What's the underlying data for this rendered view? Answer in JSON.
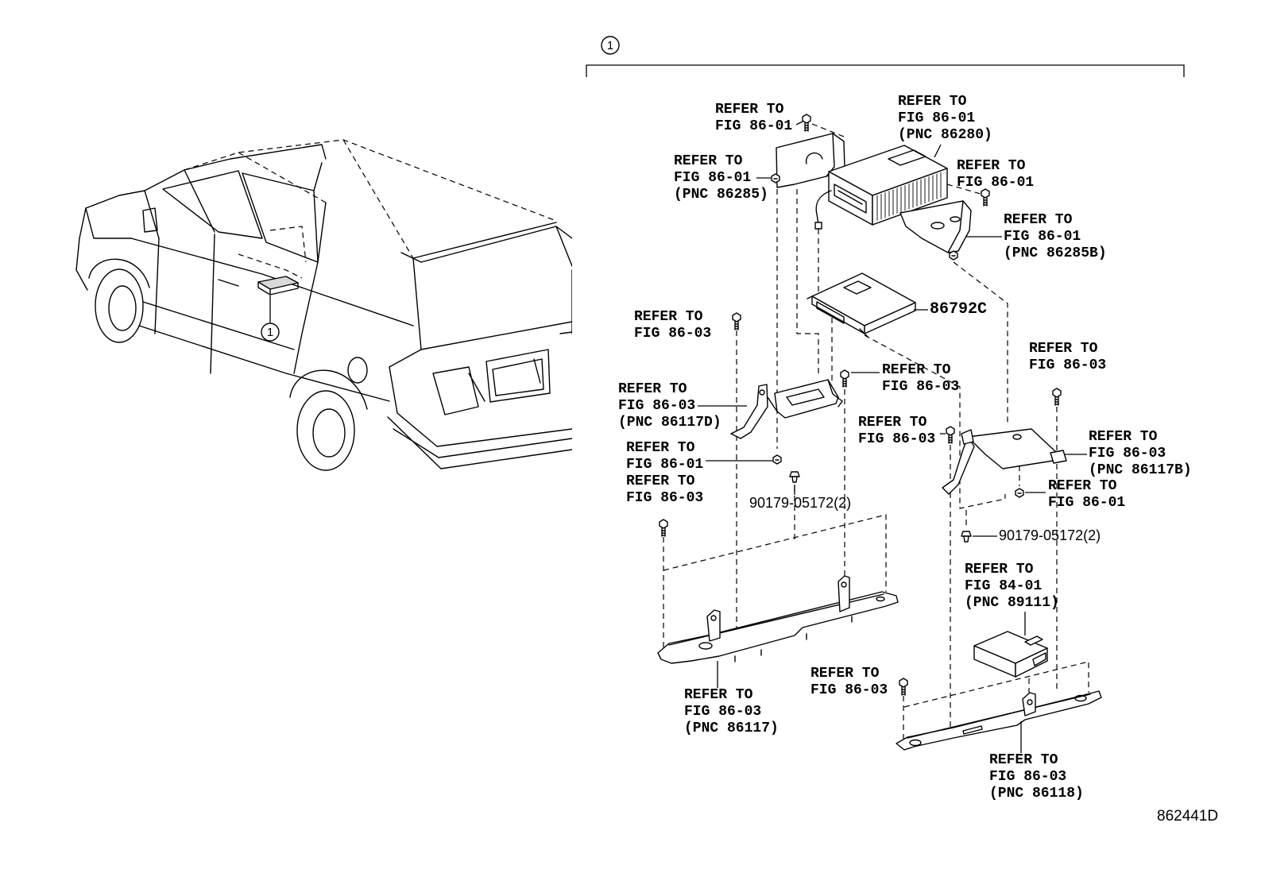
{
  "callouts": {
    "assembly": "1",
    "vehicle_location": "1"
  },
  "diagram_id": "862441D",
  "parts": {
    "ecu": "86792C",
    "clip_left": "90179-05172(2)",
    "clip_right": "90179-05172(2)"
  },
  "references": {
    "amp_bolt_top": [
      "REFER TO",
      "FIG 86-01"
    ],
    "amplifier": [
      "REFER TO",
      "FIG 86-01",
      "(PNC 86280)"
    ],
    "bracket_86285": [
      "REFER TO",
      "FIG 86-01",
      "(PNC 86285)"
    ],
    "amp_bolt_right": [
      "REFER TO",
      "FIG 86-01"
    ],
    "bracket_86285b": [
      "REFER TO",
      "FIG 86-01",
      "(PNC 86285B)"
    ],
    "bolt_left_upper": [
      "REFER TO",
      "FIG 86-03"
    ],
    "bolt_center": [
      "REFER TO",
      "FIG 86-03"
    ],
    "bolt_right_upper": [
      "REFER TO",
      "FIG 86-03"
    ],
    "bracket_86117d": [
      "REFER TO",
      "FIG 86-03",
      "(PNC 86117D)"
    ],
    "bolt_center_lower": [
      "REFER TO",
      "FIG 86-03"
    ],
    "bracket_86117b": [
      "REFER TO",
      "FIG 86-03",
      "(PNC 86117B)"
    ],
    "nut_left": [
      "REFER TO",
      "FIG 86-01"
    ],
    "bolt_left_lower": [
      "REFER TO",
      "FIG 86-03"
    ],
    "nut_right": [
      "REFER TO",
      "FIG 86-01"
    ],
    "module_89111": [
      "REFER TO",
      "FIG 84-01",
      "(PNC 89111)"
    ],
    "bolt_lower_right": [
      "REFER TO",
      "FIG 86-03"
    ],
    "crossmember_86117": [
      "REFER TO",
      "FIG 86-03",
      "(PNC 86117)"
    ],
    "crossmember_86118": [
      "REFER TO",
      "FIG 86-03",
      "(PNC 86118)"
    ]
  },
  "colors": {
    "ink": "#000000",
    "paper": "#ffffff",
    "location_fill": "#d9d9d9"
  }
}
